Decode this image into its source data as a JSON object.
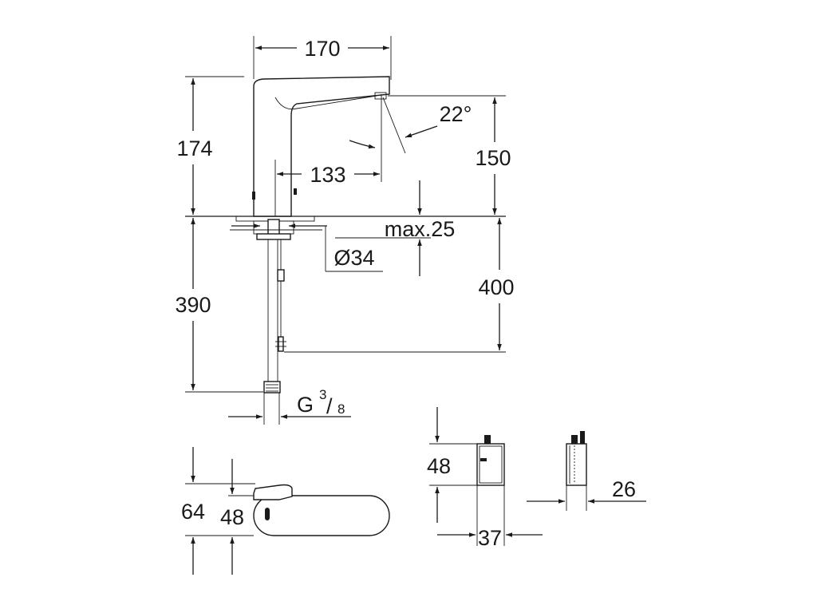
{
  "dimensions": {
    "spout_length": "170",
    "height_above_deck": "174",
    "reach": "133",
    "angle": "22°",
    "outlet_height": "150",
    "max_deck_thickness": "max.25",
    "hole_diameter": "Ø34",
    "hose_length": "400",
    "below_deck_length": "390",
    "connection_thread_prefix": "G",
    "connection_thread_num": "3",
    "connection_thread_den": "8",
    "top_view_depth": "64",
    "top_view_width": "48",
    "box_height": "48",
    "box_width": "37",
    "box_side_depth": "26"
  }
}
